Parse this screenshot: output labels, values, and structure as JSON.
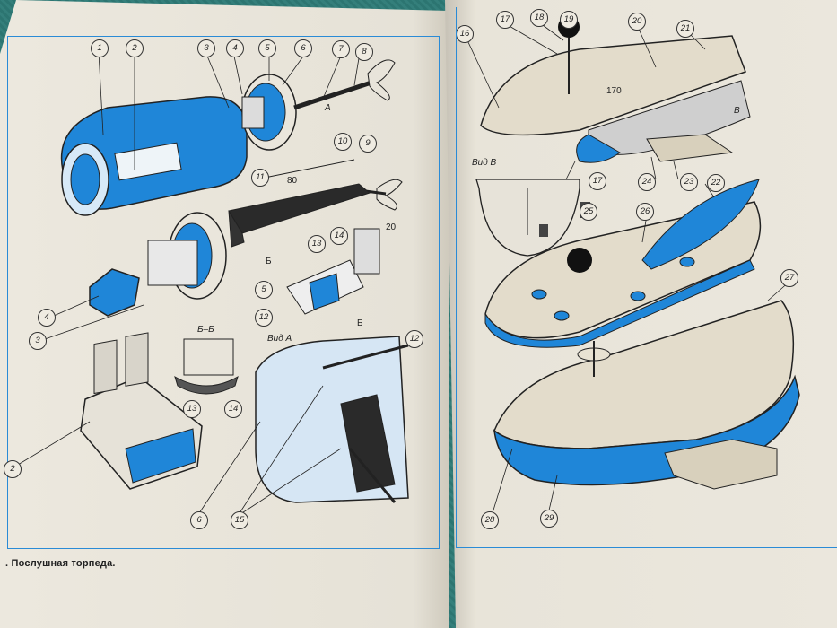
{
  "caption": ". Послушная торпеда.",
  "left_callouts": [
    "1",
    "2",
    "3",
    "4",
    "5",
    "6",
    "7",
    "8",
    "9",
    "10",
    "11",
    "4",
    "3",
    "13",
    "14",
    "5",
    "12",
    "2",
    "13",
    "14",
    "6",
    "15",
    "12"
  ],
  "right_callouts": [
    "16",
    "17",
    "18",
    "19",
    "20",
    "21",
    "17",
    "24",
    "23",
    "25",
    "26",
    "22",
    "27",
    "28",
    "29"
  ],
  "labels": {
    "dim_80": "80",
    "dim_20": "20",
    "dim_170": "170",
    "section_bb": "Б–Б",
    "view_a": "Вид А",
    "view_b": "Вид В",
    "arrow_a": "А",
    "arrow_b": "В",
    "mark_b1": "Б",
    "mark_b2": "Б"
  },
  "colors": {
    "accent_blue": "#1f86d8",
    "frame_blue": "#2a8bd6",
    "paper": "#e9e5da",
    "ink": "#222222"
  }
}
